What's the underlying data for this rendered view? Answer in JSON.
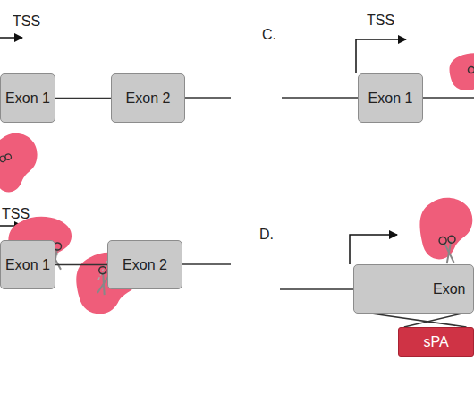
{
  "diagram": {
    "nodes": [
      {
        "text": [
          "Exon 1"
        ]
      },
      {
        "text": [
          "Exon 2"
        ]
      },
      {
        "text": [
          "Exon 1"
        ]
      },
      {
        "text": [
          "Exon 1"
        ]
      },
      {
        "text": [
          "Exon 2"
        ]
      },
      {
        "text": [
          "Exon"
        ]
      },
      {
        "text": [
          "sPA"
        ]
      }
    ],
    "edges": [
      {
        "from": 0,
        "to": 1,
        "arrow": "none"
      },
      {
        "from": 3,
        "to": 4,
        "arrow": "none"
      },
      {
        "from": 5,
        "to": 6,
        "arrow": "none"
      },
      {
        "from": 5,
        "to": 6,
        "arrow": "none"
      }
    ],
    "labels": [
      "TSS",
      "C.",
      "TSS",
      "TSS",
      "D."
    ]
  }
}
